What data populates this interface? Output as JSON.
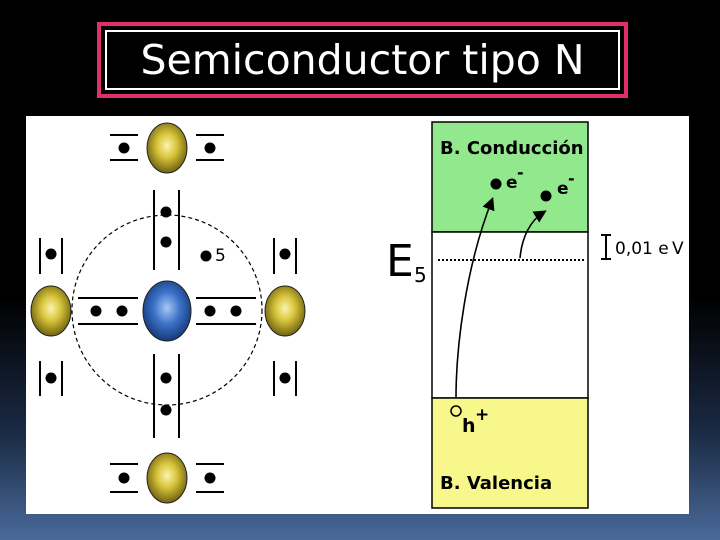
{
  "slide": {
    "title": "Semiconductor tipo N"
  },
  "lattice": {
    "extra_electron_label": "5"
  },
  "band_diagram": {
    "conduction_label": "B. Conducción",
    "valence_label": "B. Valencia",
    "energy_label_main": "E",
    "energy_label_sub": "5",
    "gap_label": "0,01 e",
    "gap_unit": "V",
    "electron_1": "e",
    "electron_2": "e",
    "electron_charge": "-",
    "hole_label": "h",
    "hole_charge": "+",
    "colors": {
      "conduction": "#92e88c",
      "valence": "#f8f78c",
      "impurity_atom": "#3a72c8",
      "lattice_atom": "#d8c43a"
    }
  }
}
